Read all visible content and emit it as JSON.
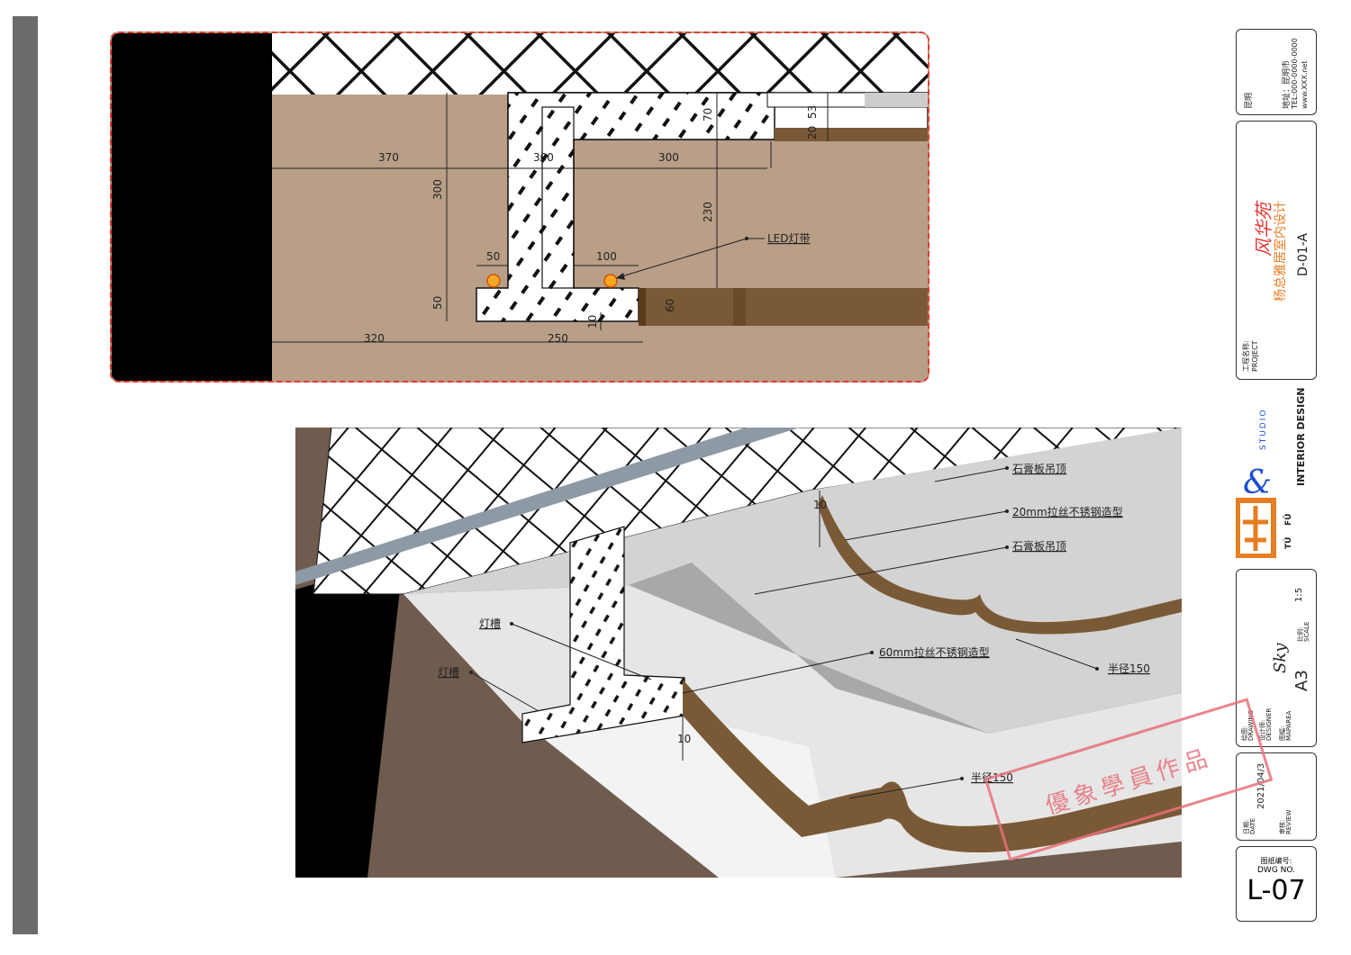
{
  "section": {
    "dims": {
      "d370": "370",
      "d300a": "300",
      "d300b": "300",
      "d300v": "300",
      "d230": "230",
      "d70": "70",
      "d53": "53",
      "d20": "20",
      "d50a": "50",
      "d50b": "50",
      "d100": "100",
      "d60": "60",
      "d10": "10",
      "d320": "320",
      "d250": "250"
    },
    "led_label": "LED灯带"
  },
  "perspective": {
    "labels": {
      "gypsum1": "石膏板吊顶",
      "steel20": "20mm拉丝不锈钢造型",
      "gypsum2": "石膏板吊顶",
      "slot1": "灯槽",
      "slot2": "灯槽",
      "steel60": "60mm拉丝不锈钢造型",
      "radius1": "半径150",
      "radius2": "半径150"
    },
    "dims": {
      "d10a": "10",
      "d10b": "10"
    }
  },
  "title_block": {
    "company_short": "昆明",
    "address": "地址：昆明市",
    "tel": "TEL:000-0000-0000",
    "web": "www.XXX.net",
    "project_name": "杨总雅居室内设计",
    "project_calligraphy": "风华苑",
    "project_label_cn": "工程名称:",
    "project_label_en": "PROJECT",
    "drawing_code": "D-01-A",
    "studio": "STUDIO",
    "interior_design": "INTERIOR DESIGN",
    "logo_sub_1": "TÚ",
    "logo_sub_2": "FŪ",
    "drawing_cn": "绘图:",
    "drawing_en": "DRAWING",
    "designer_cn": "设计师:",
    "designer_en": "DESIGNER",
    "designer": "Sky",
    "maparea_cn": "图幅:",
    "maparea_en": "MAPAREA",
    "maparea": "A3",
    "scale_cn": "比例:",
    "scale_en": "SCALE",
    "scale": "1:5",
    "date_cn": "日期:",
    "date_en": "DATE",
    "date": "2021/04/3",
    "review_cn": "审核:",
    "review_en": "REVIEW",
    "dwg_cn": "图纸编号:",
    "dwg_en": "DWG NO.",
    "dwg_no": "L-07"
  },
  "stamp": {
    "text": "優象學員作品"
  },
  "colors": {
    "wall": "#b99f88",
    "steel": "#7a5a36",
    "gypsum": "#d3d3d3",
    "dash": "#e53935",
    "stamp": "#e8707a"
  }
}
